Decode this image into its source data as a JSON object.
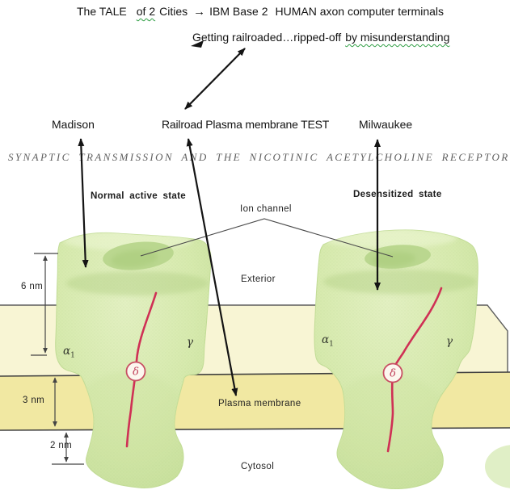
{
  "annotations": {
    "line1_part1": "The TALE",
    "line1_part2": "of 2",
    "line1_part3": "Cities",
    "line1_arrow": "→",
    "line1_part4": "IBM Base 2",
    "line1_part5": "HUMAN axon computer terminals",
    "line2_part1": "Getting railroaded…ripped-off",
    "line2_part2": "by misunderstanding",
    "label_left": "Madison",
    "label_center": "Railroad Plasma membrane TEST",
    "label_right": "Milwaukee"
  },
  "figure": {
    "title": "SYNAPTIC TRANSMISSION AND THE NICOTINIC ACETYLCHOLINE RECEPTOR",
    "state_left": "Normal active state",
    "state_right": "Desensitized state",
    "ion_channel": "Ion channel",
    "exterior": "Exterior",
    "plasma_membrane": "Plasma membrane",
    "cytosol": "Cytosol",
    "dim_top": "6 nm",
    "dim_mid": "3 nm",
    "dim_bot": "2 nm",
    "alpha": "α",
    "alpha_sub": "1",
    "gamma": "γ",
    "delta": "δ"
  },
  "colors": {
    "receptor_green": "#d7eaae",
    "membrane_front_face": "#f1e8a2",
    "membrane_top_surface": "#f8f5d4",
    "red_chain": "#cf3055",
    "delta_ring": "#c84f63",
    "squiggle_green": "#2f9e44",
    "title_gray": "#606060",
    "annotation_black": "#141414"
  }
}
